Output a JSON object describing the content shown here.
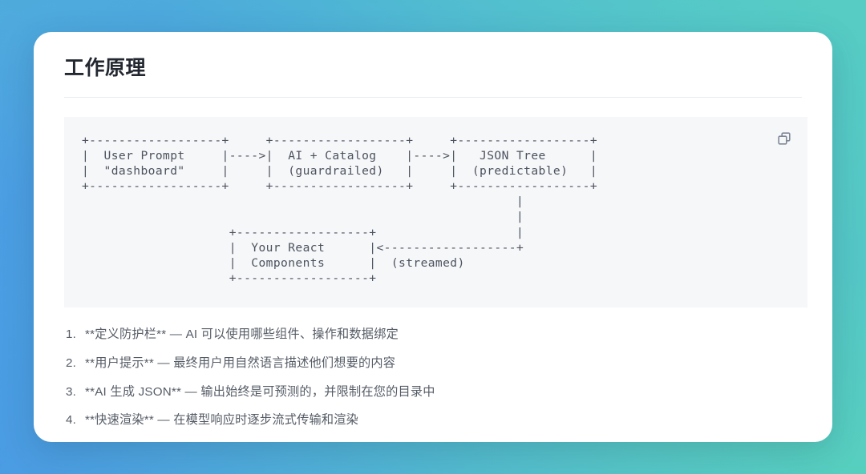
{
  "background": {
    "gradient_from": "#4fa5e0",
    "gradient_mid": "#53bfd0",
    "gradient_to": "#57cfbf"
  },
  "card": {
    "title": "工作原理",
    "surface_color": "#ffffff"
  },
  "code_block": {
    "background_color": "#f6f7f9",
    "copy_icon_name": "copy-icon",
    "ascii_diagram": "+------------------+     +------------------+     +------------------+\n|  User Prompt     |---->|  AI + Catalog    |---->|   JSON Tree      |\n|  \"dashboard\"     |     |  (guardrailed)   |     |  (predictable)   |\n+------------------+     +------------------+     +------------------+\n                                                           |\n                                                           |\n                    +------------------+                   |\n                    |  Your React      |<------------------+\n                    |  Components      |  (streamed)\n                    +------------------+",
    "nodes": [
      {
        "id": "user-prompt",
        "line1": "User Prompt",
        "line2": "\"dashboard\""
      },
      {
        "id": "ai-catalog",
        "line1": "AI + Catalog",
        "line2": "(guardrailed)"
      },
      {
        "id": "json-tree",
        "line1": "JSON Tree",
        "line2": "(predictable)"
      },
      {
        "id": "your-react-components",
        "line1": "Your React",
        "line2": "Components"
      }
    ],
    "edge_label": "(streamed)"
  },
  "steps": {
    "items": [
      "**定义防护栏** — AI 可以使用哪些组件、操作和数据绑定",
      "**用户提示** — 最终用户用自然语言描述他们想要的内容",
      "**AI 生成 JSON** — 输出始终是可预测的，并限制在您的目录中",
      "**快速渲染** — 在模型响应时逐步流式传输和渲染"
    ]
  }
}
